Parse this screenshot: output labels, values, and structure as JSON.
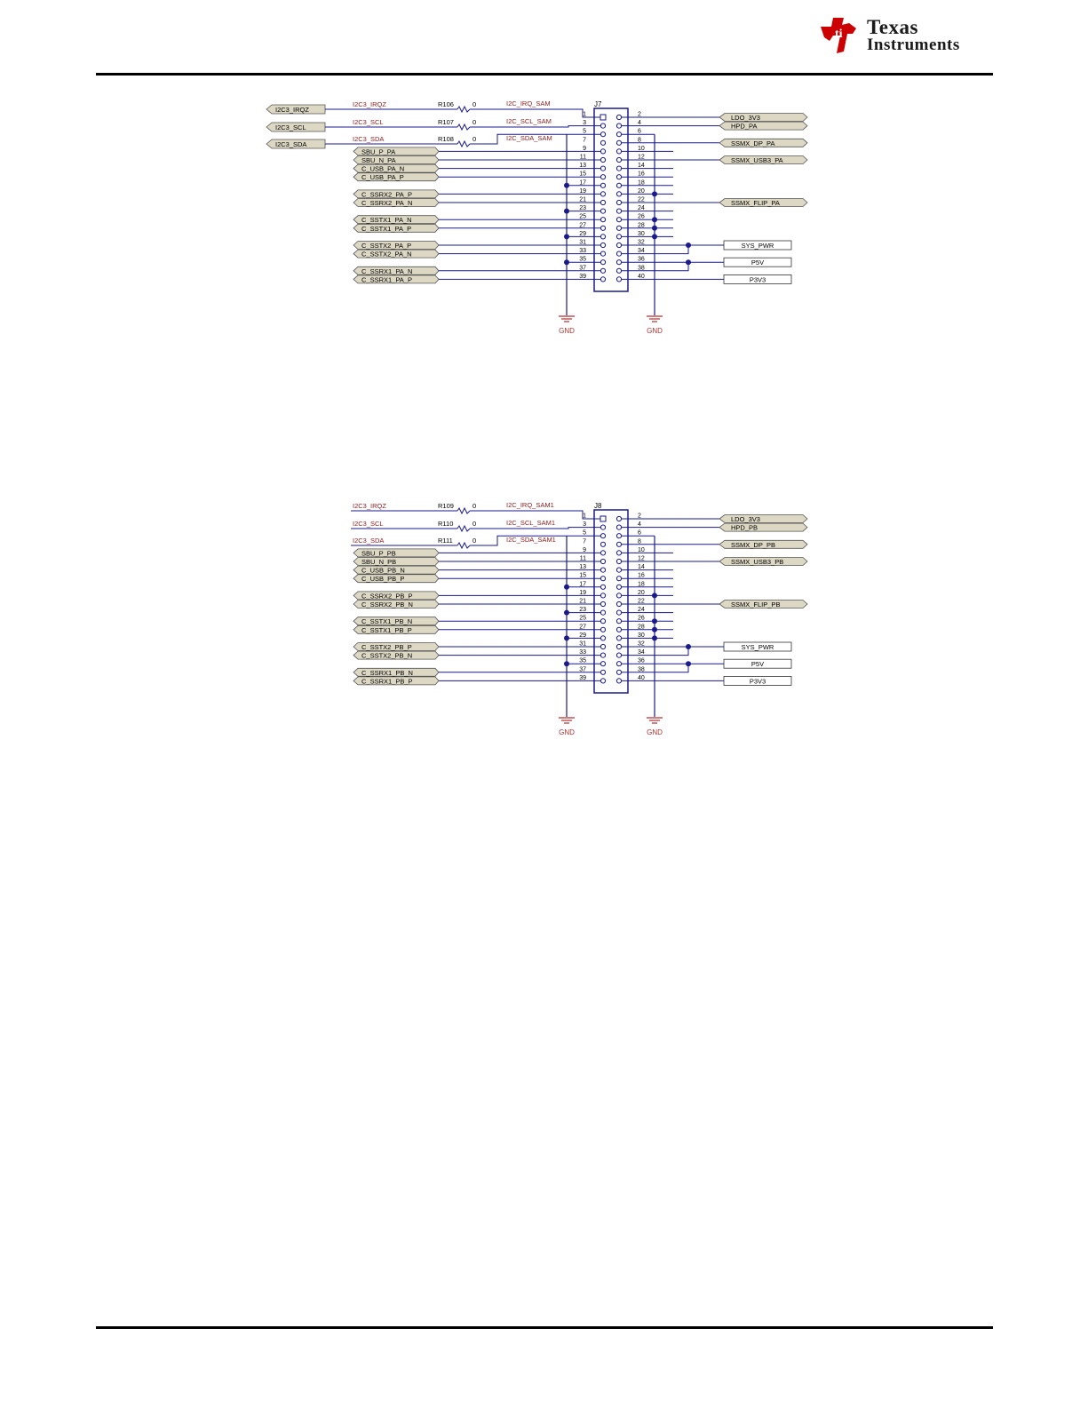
{
  "header": {
    "logo_line1": "Texas",
    "logo_line2": "Instruments",
    "brand_color": "#cc0000"
  },
  "colors": {
    "wire": "#1a1a8c",
    "net_text": "#8b1a1a",
    "port_fill": "#dcd8c4",
    "port_stroke": "#555555",
    "gnd": "#b03030"
  },
  "schematics": [
    {
      "connector": "J7",
      "resistors": [
        {
          "ref": "R106",
          "value": "0",
          "net_in": "I2C3_IRQZ",
          "net_out": "I2C_IRQ_SAM"
        },
        {
          "ref": "R107",
          "value": "0",
          "net_in": "I2C3_SCL",
          "net_out": "I2C_SCL_SAM"
        },
        {
          "ref": "R108",
          "value": "0",
          "net_in": "I2C3_SDA",
          "net_out": "I2C_SDA_SAM"
        }
      ],
      "offpage_left": [
        "I2C3_IRQZ",
        "I2C3_SCL",
        "I2C3_SDA"
      ],
      "left_ports": [
        {
          "pin": 9,
          "label": "SBU_P_PA"
        },
        {
          "pin": 11,
          "label": "SBU_N_PA"
        },
        {
          "pin": 13,
          "label": "C_USB_PA_N"
        },
        {
          "pin": 15,
          "label": "C_USB_PA_P"
        },
        {
          "pin": 19,
          "label": "C_SSRX2_PA_P"
        },
        {
          "pin": 21,
          "label": "C_SSRX2_PA_N"
        },
        {
          "pin": 25,
          "label": "C_SSTX1_PA_N"
        },
        {
          "pin": 27,
          "label": "C_SSTX1_PA_P"
        },
        {
          "pin": 31,
          "label": "C_SSTX2_PA_P"
        },
        {
          "pin": 33,
          "label": "C_SSTX2_PA_N"
        },
        {
          "pin": 37,
          "label": "C_SSRX1_PA_N"
        },
        {
          "pin": 39,
          "label": "C_SSRX1_PA_P"
        }
      ],
      "right_ports": [
        {
          "pin": 2,
          "label": "LDO_3V3",
          "kind": "arrow"
        },
        {
          "pin": 4,
          "label": "HPD_PA",
          "kind": "arrow"
        },
        {
          "pin": 8,
          "label": "SSMX_DP_PA",
          "kind": "arrow"
        },
        {
          "pin": 12,
          "label": "SSMX_USB3_PA",
          "kind": "arrow"
        },
        {
          "pin": 22,
          "label": "SSMX_FLIP_PA",
          "kind": "arrow"
        },
        {
          "pin": 32,
          "label": "SYS_PWR",
          "kind": "box"
        },
        {
          "pin": 36,
          "label": "P5V",
          "kind": "box"
        },
        {
          "pin": 40,
          "label": "P3V3",
          "kind": "box"
        }
      ],
      "gnd_labels": [
        "GND",
        "GND"
      ]
    },
    {
      "connector": "J8",
      "resistors": [
        {
          "ref": "R109",
          "value": "0",
          "net_in": "I2C3_IRQZ",
          "net_out": "I2C_IRQ_SAM1"
        },
        {
          "ref": "R110",
          "value": "0",
          "net_in": "I2C3_SCL",
          "net_out": "I2C_SCL_SAM1"
        },
        {
          "ref": "R111",
          "value": "0",
          "net_in": "I2C3_SDA",
          "net_out": "I2C_SDA_SAM1"
        }
      ],
      "offpage_left": [],
      "left_ports": [
        {
          "pin": 9,
          "label": "SBU_P_PB"
        },
        {
          "pin": 11,
          "label": "SBU_N_PB"
        },
        {
          "pin": 13,
          "label": "C_USB_PB_N"
        },
        {
          "pin": 15,
          "label": "C_USB_PB_P"
        },
        {
          "pin": 19,
          "label": "C_SSRX2_PB_P"
        },
        {
          "pin": 21,
          "label": "C_SSRX2_PB_N"
        },
        {
          "pin": 25,
          "label": "C_SSTX1_PB_N"
        },
        {
          "pin": 27,
          "label": "C_SSTX1_PB_P"
        },
        {
          "pin": 31,
          "label": "C_SSTX2_PB_P"
        },
        {
          "pin": 33,
          "label": "C_SSTX2_PB_N"
        },
        {
          "pin": 37,
          "label": "C_SSRX1_PB_N"
        },
        {
          "pin": 39,
          "label": "C_SSRX1_PB_P"
        }
      ],
      "right_ports": [
        {
          "pin": 2,
          "label": "LDO_3V3",
          "kind": "arrow"
        },
        {
          "pin": 4,
          "label": "HPD_PB",
          "kind": "arrow"
        },
        {
          "pin": 8,
          "label": "SSMX_DP_PB",
          "kind": "arrow"
        },
        {
          "pin": 12,
          "label": "SSMX_USB3_PB",
          "kind": "arrow"
        },
        {
          "pin": 22,
          "label": "SSMX_FLIP_PB",
          "kind": "arrow"
        },
        {
          "pin": 32,
          "label": "SYS_PWR",
          "kind": "box"
        },
        {
          "pin": 36,
          "label": "P5V",
          "kind": "box"
        },
        {
          "pin": 40,
          "label": "P3V3",
          "kind": "box"
        }
      ],
      "gnd_labels": [
        "GND",
        "GND"
      ]
    }
  ]
}
